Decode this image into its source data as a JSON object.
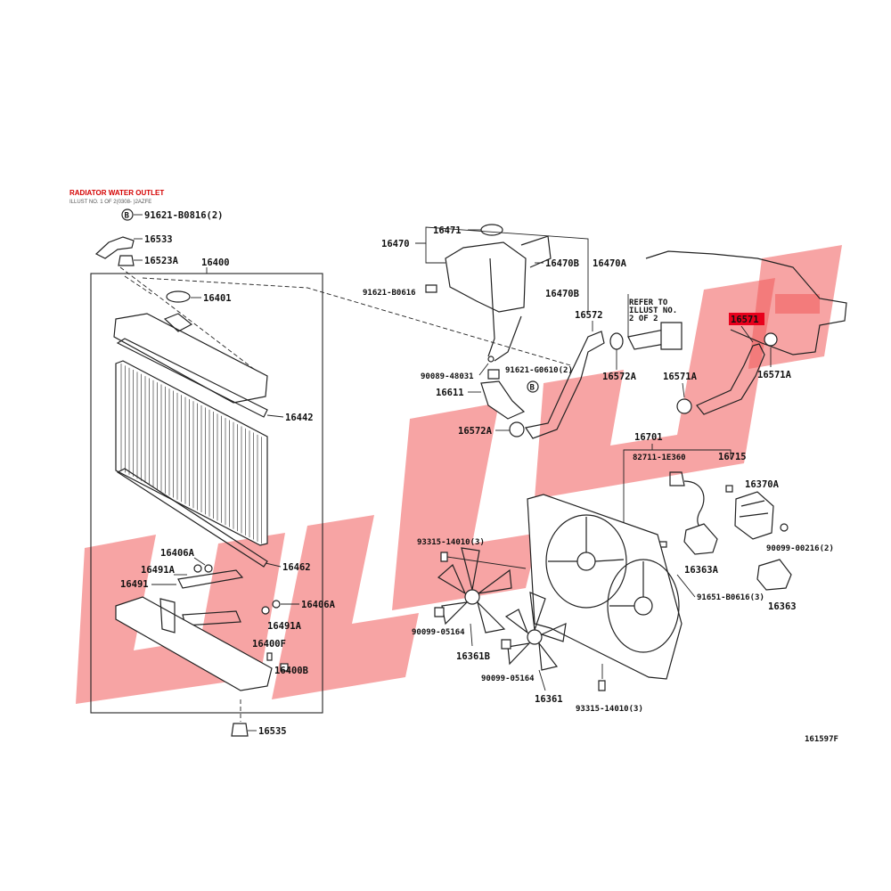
{
  "header": {
    "title": "RADIATOR WATER OUTLET",
    "subtitle": "ILLUST NO. 1 OF 2(0308- )2AZFE"
  },
  "refer_note": [
    "REFER TO",
    "ILLUST NO.",
    "2 OF 2"
  ],
  "ref_code": "161597F",
  "highlight_color": "#e8001c",
  "watermark_color": "#f05a5a",
  "labels": {
    "p91621_b0816": "91621-B0816(2)",
    "p16533": "16533",
    "p16523a": "16523A",
    "p16400": "16400",
    "p16401": "16401",
    "p16442": "16442",
    "p16406a_1": "16406A",
    "p16491a_1": "16491A",
    "p16491": "16491",
    "p16462": "16462",
    "p16406a_2": "16406A",
    "p16491a_2": "16491A",
    "p16400f": "16400F",
    "p16400b": "16400B",
    "p16535": "16535",
    "p16471": "16471",
    "p16470": "16470",
    "p16470b_1": "16470B",
    "p16470a": "16470A",
    "p16470b_2": "16470B",
    "p91621_b0616": "91621-B0616",
    "p90089_48031": "90089-48031",
    "p91621_g0610": "91621-G0610(2)",
    "p16611": "16611",
    "p16572": "16572",
    "p16572a_1": "16572A",
    "p16572a_2": "16572A",
    "p16571": "16571",
    "p16571a_1": "16571A",
    "p16571a_2": "16571A",
    "p16701": "16701",
    "p82711_1e360": "82711-1E360",
    "p16715": "16715",
    "p16370a": "16370A",
    "p93315_14010_1": "93315-14010(3)",
    "p90099_00216": "90099-00216(2)",
    "p16363a": "16363A",
    "p91651_b0616": "91651-B0616(3)",
    "p16363": "16363",
    "p90099_05164_1": "90099-05164",
    "p16361b": "16361B",
    "p90099_05164_2": "90099-05164",
    "p16361": "16361",
    "p93315_14010_2": "93315-14010(3)",
    "bolt_b1": "B",
    "bolt_b2": "B"
  }
}
